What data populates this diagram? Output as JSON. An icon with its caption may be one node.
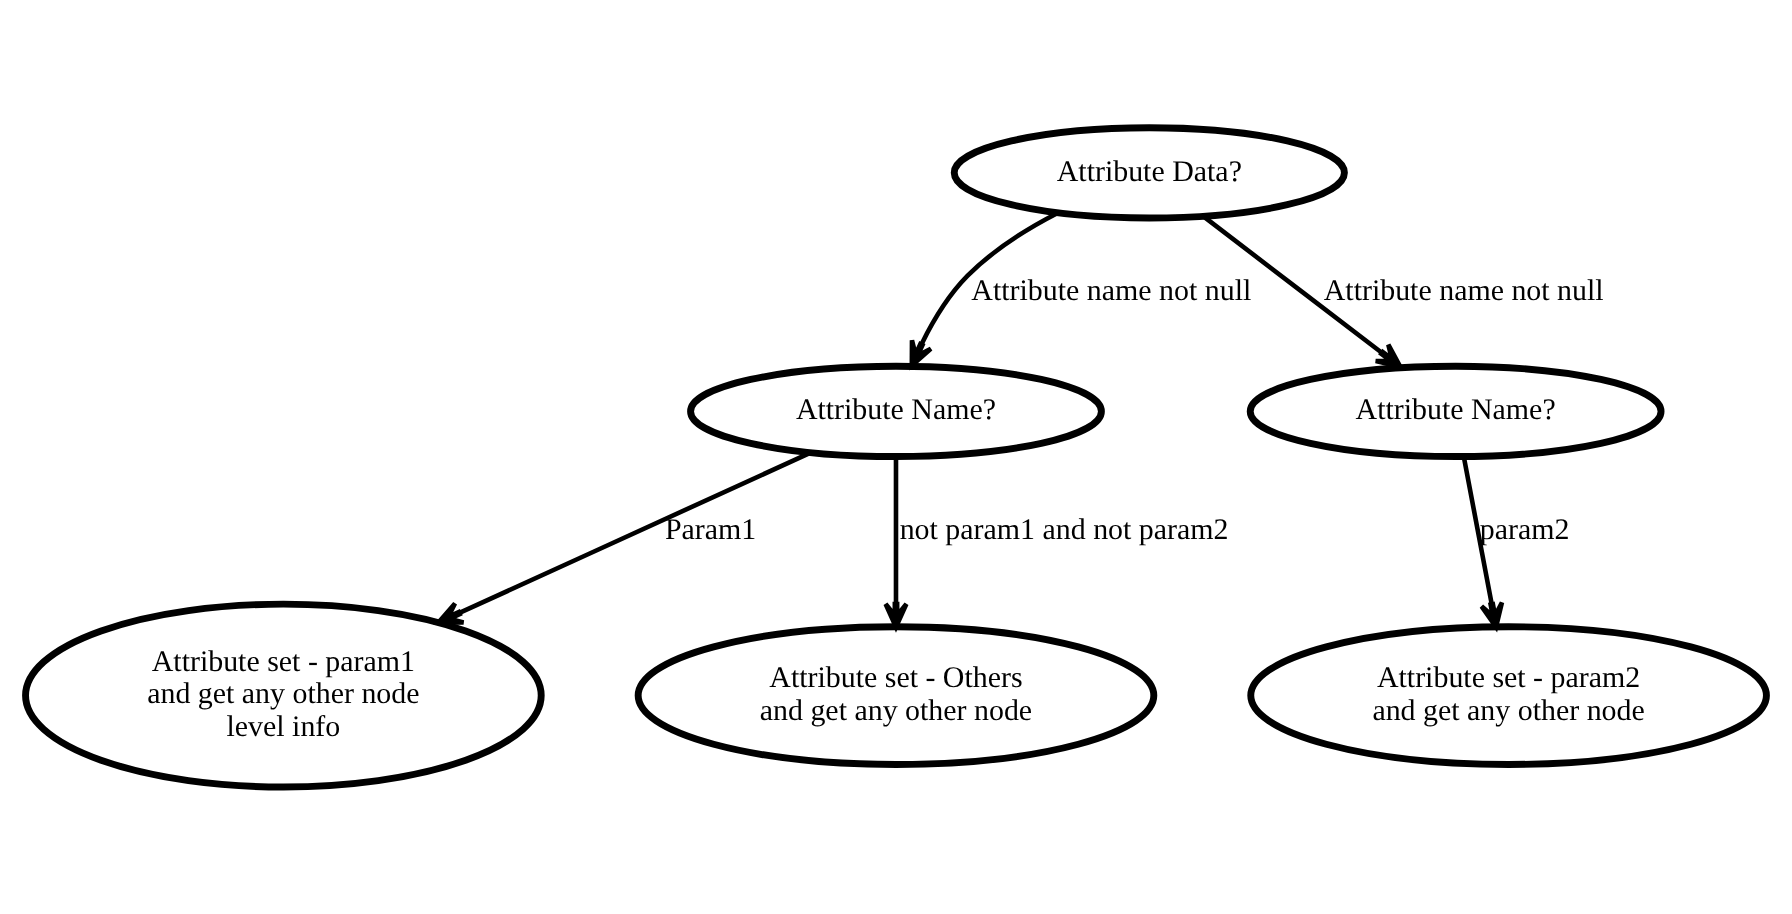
{
  "diagram": {
    "nodes": [
      {
        "text": [
          "Attribute Data?"
        ]
      },
      {
        "text": [
          "Attribute Name?"
        ]
      },
      {
        "text": [
          "Attribute Name?"
        ]
      },
      {
        "text": [
          "Attribute set - param1 and get any other node level info"
        ]
      },
      {
        "text": [
          "Attribute set - Others and get any other node"
        ]
      },
      {
        "text": [
          "Attribute set - param2 and get any other node"
        ]
      }
    ],
    "edges": [
      {
        "from": 0,
        "to": 1,
        "arrow": "to",
        "label": "Attribute name not null"
      },
      {
        "from": 0,
        "to": 2,
        "arrow": "to",
        "label": "Attribute name not null"
      },
      {
        "from": 1,
        "to": 3,
        "arrow": "to",
        "label": "Param1"
      },
      {
        "from": 1,
        "to": 4,
        "arrow": "to",
        "label": "not param1 and not param2"
      },
      {
        "from": 2,
        "to": 5,
        "arrow": "to",
        "label": "param2"
      }
    ]
  }
}
